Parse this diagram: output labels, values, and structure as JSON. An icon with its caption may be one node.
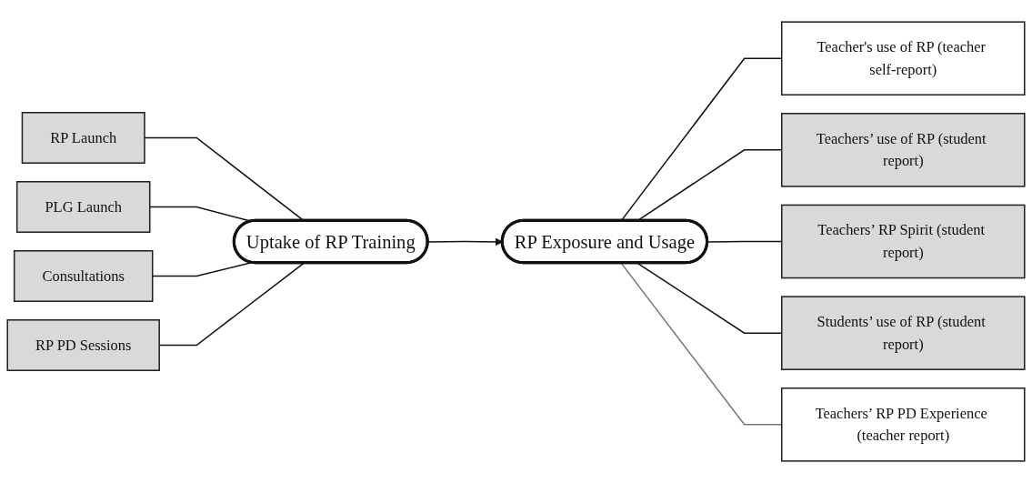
{
  "diagram": {
    "nodes": [
      {
        "text": [
          "RP Launch"
        ]
      },
      {
        "text": [
          "PLG Launch"
        ]
      },
      {
        "text": [
          "Consultations"
        ]
      },
      {
        "text": [
          "RP PD Sessions"
        ]
      },
      {
        "text": [
          "Uptake of RP Training"
        ]
      },
      {
        "text": [
          "RP Exposure and Usage"
        ]
      },
      {
        "text": [
          "Teacher's use of RP (teacher self-report)"
        ]
      },
      {
        "text": [
          "Teachers’ use of RP (student report)"
        ]
      },
      {
        "text": [
          "Teachers’ RP Spirit (student report)"
        ]
      },
      {
        "text": [
          "Students’ use of RP (student report)"
        ]
      },
      {
        "text": [
          "Teachers’ RP PD Experience (teacher report)"
        ]
      }
    ],
    "edges": [
      {
        "from": 0,
        "to": 4,
        "arrow": "none"
      },
      {
        "from": 1,
        "to": 4,
        "arrow": "none"
      },
      {
        "from": 2,
        "to": 4,
        "arrow": "none"
      },
      {
        "from": 3,
        "to": 4,
        "arrow": "none"
      },
      {
        "from": 4,
        "to": 5,
        "arrow": "to"
      },
      {
        "from": 5,
        "to": 6,
        "arrow": "none"
      },
      {
        "from": 5,
        "to": 7,
        "arrow": "none"
      },
      {
        "from": 5,
        "to": 8,
        "arrow": "none"
      },
      {
        "from": 5,
        "to": 9,
        "arrow": "none"
      },
      {
        "from": 5,
        "to": 10,
        "arrow": "none",
        "color": "#777777"
      }
    ]
  }
}
